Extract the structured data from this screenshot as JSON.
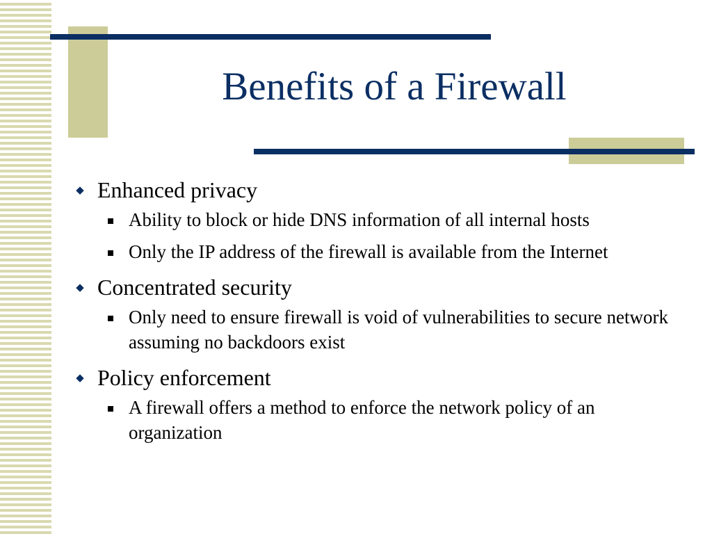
{
  "slide": {
    "title": "Benefits of a Firewall",
    "bullets": [
      {
        "text": "Enhanced privacy",
        "subs": [
          "Ability to block or hide DNS information of all internal hosts",
          "Only the IP address of the firewall is available from the Internet"
        ]
      },
      {
        "text": "Concentrated security",
        "subs": [
          "Only need to ensure firewall is void of vulnerabilities to secure network assuming no backdoors exist"
        ]
      },
      {
        "text": "Policy enforcement",
        "subs": [
          "A firewall offers a method to enforce the network policy of an organization"
        ]
      }
    ]
  },
  "colors": {
    "title": "#0b2f63",
    "accent_line": "#0b2f63",
    "accent_block": "#cccc99",
    "text": "#000000",
    "background": "#ffffff"
  },
  "icons": {
    "level1_bullet": "diamond-bullet-icon",
    "level2_bullet": "square-bullet-icon"
  }
}
